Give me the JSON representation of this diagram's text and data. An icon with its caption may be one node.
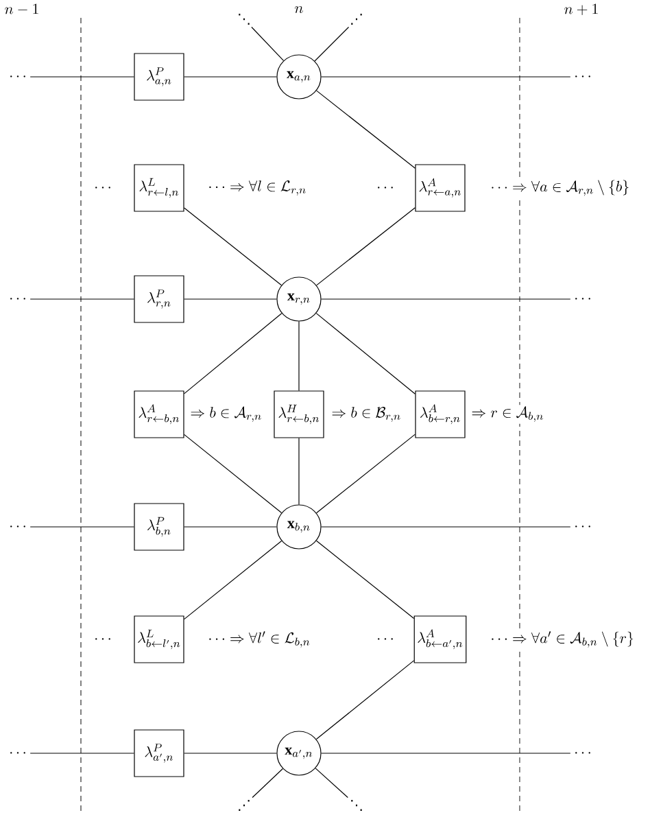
{
  "diagram": {
    "nodes": [
      {
        "text": [
          "⋱"
        ]
      },
      {
        "text": [
          "⋰"
        ]
      },
      {
        "text": [
          "\\cdots"
        ]
      },
      {
        "text": [
          "\\lambda^{P}_{a,n}"
        ]
      },
      {
        "text": [
          "\\mathbf{x}_{a,n}"
        ]
      },
      {
        "text": [
          "\\cdots"
        ]
      },
      {
        "text": [
          "\\lambda^{L}_{r\\leftarrow l,n}"
        ],
        "beside": [
          "\\cdots",
          "\\cdots\\Rightarrow\\forall l\\in\\mathcal{L}_{r,n}"
        ]
      },
      {
        "text": [
          "\\lambda^{A}_{r\\leftarrow a,n}"
        ],
        "beside": [
          "\\cdots",
          "\\cdots\\Rightarrow\\forall a\\in\\mathcal{A}_{r,n}\\setminus\\{b\\}"
        ]
      },
      {
        "text": [
          "\\cdots"
        ]
      },
      {
        "text": [
          "\\lambda^{P}_{r,n}"
        ]
      },
      {
        "text": [
          "\\mathbf{x}_{r,n}"
        ]
      },
      {
        "text": [
          "\\cdots"
        ]
      },
      {
        "text": [
          "\\lambda^{A}_{r\\leftarrow b,n}"
        ],
        "beside": [
          "\\Rightarrow b\\in\\mathcal{A}_{r,n}"
        ]
      },
      {
        "text": [
          "\\lambda^{H}_{r\\leftarrow b,n}"
        ],
        "beside": [
          "\\Rightarrow b\\in\\mathcal{B}_{r,n}"
        ]
      },
      {
        "text": [
          "\\lambda^{A}_{b\\leftarrow r,n}"
        ],
        "beside": [
          "\\Rightarrow r\\in\\mathcal{A}_{b,n}"
        ]
      },
      {
        "text": [
          "\\cdots"
        ]
      },
      {
        "text": [
          "\\lambda^{P}_{b,n}"
        ]
      },
      {
        "text": [
          "\\mathbf{x}_{b,n}"
        ]
      },
      {
        "text": [
          "\\cdots"
        ]
      },
      {
        "text": [
          "\\lambda^{L}_{b\\leftarrow l',n}"
        ],
        "beside": [
          "\\cdots",
          "\\cdots\\Rightarrow\\forall l'\\in\\mathcal{L}_{b,n}"
        ]
      },
      {
        "text": [
          "\\lambda^{A}_{b\\leftarrow a',n}"
        ],
        "beside": [
          "\\cdots",
          "\\cdots\\Rightarrow\\forall a'\\in\\mathcal{A}_{b,n}\\setminus\\{r\\}"
        ]
      },
      {
        "text": [
          "\\cdots"
        ]
      },
      {
        "text": [
          "\\lambda^{P}_{a',n}"
        ]
      },
      {
        "text": [
          "\\mathbf{x}_{a',n}"
        ]
      },
      {
        "text": [
          "\\cdots"
        ]
      },
      {
        "text": [
          "⋰"
        ]
      },
      {
        "text": [
          "⋱"
        ]
      }
    ],
    "edges": [
      {
        "from": 2,
        "to": 3,
        "arrow": "none"
      },
      {
        "from": 3,
        "to": 4,
        "arrow": "none"
      },
      {
        "from": 4,
        "to": 5,
        "arrow": "none"
      },
      {
        "from": 4,
        "to": 0,
        "arrow": "none"
      },
      {
        "from": 4,
        "to": 1,
        "arrow": "none"
      },
      {
        "from": 4,
        "to": 7,
        "arrow": "none"
      },
      {
        "from": 6,
        "to": 10,
        "arrow": "none"
      },
      {
        "from": 7,
        "to": 10,
        "arrow": "none"
      },
      {
        "from": 8,
        "to": 9,
        "arrow": "none"
      },
      {
        "from": 9,
        "to": 10,
        "arrow": "none"
      },
      {
        "from": 10,
        "to": 11,
        "arrow": "none"
      },
      {
        "from": 10,
        "to": 12,
        "arrow": "none"
      },
      {
        "from": 10,
        "to": 13,
        "arrow": "none"
      },
      {
        "from": 10,
        "to": 14,
        "arrow": "none"
      },
      {
        "from": 12,
        "to": 17,
        "arrow": "none"
      },
      {
        "from": 13,
        "to": 17,
        "arrow": "none"
      },
      {
        "from": 14,
        "to": 17,
        "arrow": "none"
      },
      {
        "from": 15,
        "to": 16,
        "arrow": "none"
      },
      {
        "from": 16,
        "to": 17,
        "arrow": "none"
      },
      {
        "from": 17,
        "to": 18,
        "arrow": "none"
      },
      {
        "from": 17,
        "to": 19,
        "arrow": "none"
      },
      {
        "from": 17,
        "to": 20,
        "arrow": "none"
      },
      {
        "from": 20,
        "to": 23,
        "arrow": "none"
      },
      {
        "from": 21,
        "to": 22,
        "arrow": "none"
      },
      {
        "from": 22,
        "to": 23,
        "arrow": "none"
      },
      {
        "from": 23,
        "to": 24,
        "arrow": "none"
      },
      {
        "from": 23,
        "to": 25,
        "arrow": "none"
      },
      {
        "from": 23,
        "to": 26,
        "arrow": "none"
      }
    ],
    "labels": [
      "n-1",
      "n",
      "n+1"
    ]
  }
}
